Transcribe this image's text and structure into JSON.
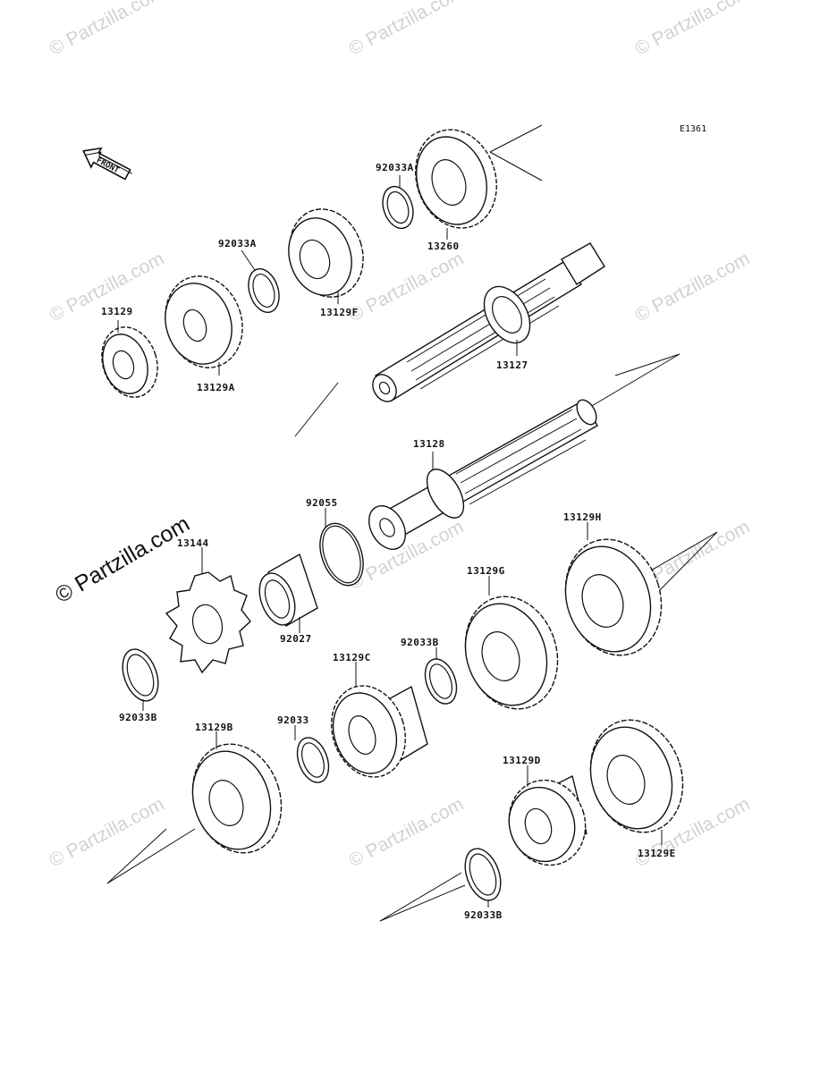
{
  "diagram_code": "E1361",
  "front_label": "FRONT",
  "watermark": {
    "text": "© Partzilla.com",
    "side_text": "© Partzilla.com"
  },
  "parts": [
    {
      "id": "p13260",
      "label": "13260"
    },
    {
      "id": "p92033A_1",
      "label": "92033A"
    },
    {
      "id": "p13129F",
      "label": "13129F"
    },
    {
      "id": "p92033A_2",
      "label": "92033A"
    },
    {
      "id": "p13129A",
      "label": "13129A"
    },
    {
      "id": "p13129",
      "label": "13129"
    },
    {
      "id": "p13127",
      "label": "13127"
    },
    {
      "id": "p13128",
      "label": "13128"
    },
    {
      "id": "p92055",
      "label": "92055"
    },
    {
      "id": "p13144",
      "label": "13144"
    },
    {
      "id": "p92027",
      "label": "92027"
    },
    {
      "id": "p92033B_1",
      "label": "92033B"
    },
    {
      "id": "p13129H",
      "label": "13129H"
    },
    {
      "id": "p13129G",
      "label": "13129G"
    },
    {
      "id": "p92033B_2",
      "label": "92033B"
    },
    {
      "id": "p13129C",
      "label": "13129C"
    },
    {
      "id": "p92033",
      "label": "92033"
    },
    {
      "id": "p13129B",
      "label": "13129B"
    },
    {
      "id": "p13129D",
      "label": "13129D"
    },
    {
      "id": "p13129E",
      "label": "13129E"
    },
    {
      "id": "p92033B_3",
      "label": "92033B"
    }
  ]
}
